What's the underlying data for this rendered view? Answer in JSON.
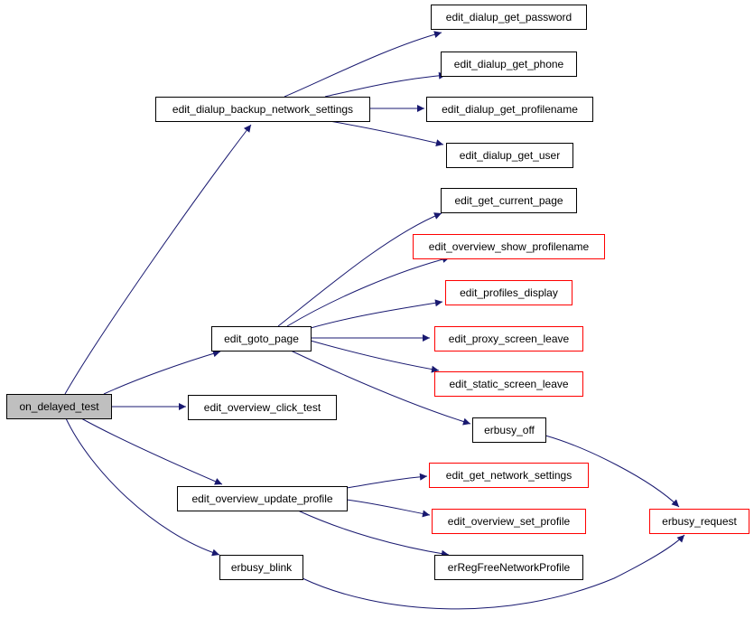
{
  "colors": {
    "edge": "#191970",
    "normal_border": "#000000",
    "red_border": "#ff0000",
    "root_fill": "#bfbfbf",
    "node_fill": "#ffffff",
    "text": "#000000"
  },
  "nodes": [
    {
      "id": "on_delayed_test",
      "label": "on_delayed_test",
      "style": "root"
    },
    {
      "id": "edit_dialup_backup_network_settings",
      "label": "edit_dialup_backup_network_settings",
      "style": "normal"
    },
    {
      "id": "edit_dialup_get_password",
      "label": "edit_dialup_get_password",
      "style": "normal"
    },
    {
      "id": "edit_dialup_get_phone",
      "label": "edit_dialup_get_phone",
      "style": "normal"
    },
    {
      "id": "edit_dialup_get_profilename",
      "label": "edit_dialup_get_profilename",
      "style": "normal"
    },
    {
      "id": "edit_dialup_get_user",
      "label": "edit_dialup_get_user",
      "style": "normal"
    },
    {
      "id": "edit_get_current_page",
      "label": "edit_get_current_page",
      "style": "normal"
    },
    {
      "id": "edit_overview_show_profilename",
      "label": "edit_overview_show_profilename",
      "style": "red"
    },
    {
      "id": "edit_profiles_display",
      "label": "edit_profiles_display",
      "style": "red"
    },
    {
      "id": "edit_goto_page",
      "label": "edit_goto_page",
      "style": "normal"
    },
    {
      "id": "edit_proxy_screen_leave",
      "label": "edit_proxy_screen_leave",
      "style": "red"
    },
    {
      "id": "edit_static_screen_leave",
      "label": "edit_static_screen_leave",
      "style": "red"
    },
    {
      "id": "edit_overview_click_test",
      "label": "edit_overview_click_test",
      "style": "normal"
    },
    {
      "id": "erbusy_off",
      "label": "erbusy_off",
      "style": "normal"
    },
    {
      "id": "edit_get_network_settings",
      "label": "edit_get_network_settings",
      "style": "red"
    },
    {
      "id": "edit_overview_update_profile",
      "label": "edit_overview_update_profile",
      "style": "normal"
    },
    {
      "id": "edit_overview_set_profile",
      "label": "edit_overview_set_profile",
      "style": "red"
    },
    {
      "id": "erbusy_request",
      "label": "erbusy_request",
      "style": "red"
    },
    {
      "id": "erRegFreeNetworkProfile",
      "label": "erRegFreeNetworkProfile",
      "style": "normal"
    },
    {
      "id": "erbusy_blink",
      "label": "erbusy_blink",
      "style": "normal"
    }
  ],
  "edges": [
    {
      "from": "on_delayed_test",
      "to": "edit_dialup_backup_network_settings"
    },
    {
      "from": "on_delayed_test",
      "to": "edit_goto_page"
    },
    {
      "from": "on_delayed_test",
      "to": "edit_overview_click_test"
    },
    {
      "from": "on_delayed_test",
      "to": "edit_overview_update_profile"
    },
    {
      "from": "on_delayed_test",
      "to": "erbusy_blink"
    },
    {
      "from": "edit_dialup_backup_network_settings",
      "to": "edit_dialup_get_password"
    },
    {
      "from": "edit_dialup_backup_network_settings",
      "to": "edit_dialup_get_phone"
    },
    {
      "from": "edit_dialup_backup_network_settings",
      "to": "edit_dialup_get_profilename"
    },
    {
      "from": "edit_dialup_backup_network_settings",
      "to": "edit_dialup_get_user"
    },
    {
      "from": "edit_goto_page",
      "to": "edit_get_current_page"
    },
    {
      "from": "edit_goto_page",
      "to": "edit_overview_show_profilename"
    },
    {
      "from": "edit_goto_page",
      "to": "edit_profiles_display"
    },
    {
      "from": "edit_goto_page",
      "to": "edit_proxy_screen_leave"
    },
    {
      "from": "edit_goto_page",
      "to": "edit_static_screen_leave"
    },
    {
      "from": "edit_goto_page",
      "to": "erbusy_off"
    },
    {
      "from": "erbusy_off",
      "to": "erbusy_request"
    },
    {
      "from": "edit_overview_update_profile",
      "to": "edit_get_network_settings"
    },
    {
      "from": "edit_overview_update_profile",
      "to": "edit_overview_set_profile"
    },
    {
      "from": "edit_overview_update_profile",
      "to": "erRegFreeNetworkProfile"
    },
    {
      "from": "erbusy_blink",
      "to": "erbusy_request"
    }
  ]
}
